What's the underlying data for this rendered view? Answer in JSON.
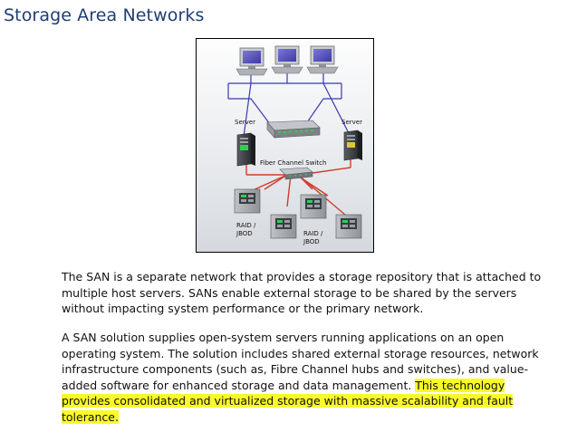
{
  "page": {
    "title": "Storage Area Networks"
  },
  "diagram": {
    "server_left_label": "Server",
    "server_right_label": "Server",
    "switch_label": "Fiber Channel Switch",
    "storage_label_1": [
      "RAID /",
      "JBOD"
    ],
    "storage_label_2": [
      "RAID /",
      "JBOD"
    ]
  },
  "paragraphs": {
    "p1": "The SAN is a separate network that provides a storage repository that is attached to multiple host servers. SANs enable external storage to be shared by the servers without impacting system performance or the primary network.",
    "p2_plain": "A SAN solution supplies open-system servers running applications on an open operating system. The solution includes shared external storage resources, network infrastructure components (such as, Fibre Channel hubs and switches), and value-added software for enhanced storage and data management. ",
    "p2_highlighted": "This technology provides consolidated and virtualized storage with massive scalability and fault tolerance."
  },
  "colors": {
    "title": "#1f3e73",
    "highlight": "#fafa2a",
    "lan_line": "#3a3ab0",
    "fc_line": "#d23c2a"
  }
}
